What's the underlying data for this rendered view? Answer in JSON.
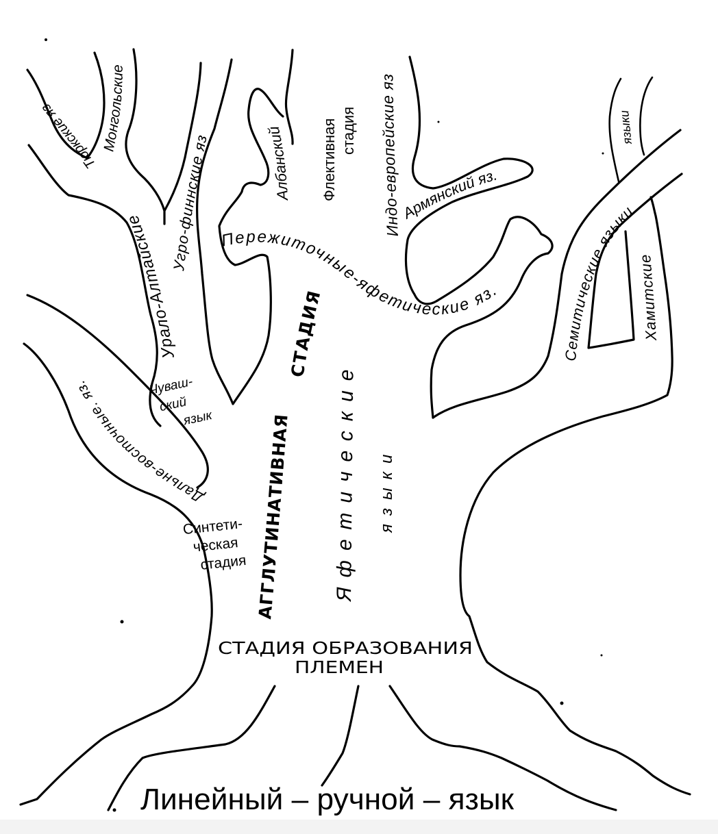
{
  "branches": {
    "turkic": "Тюркские яз",
    "mongolian": "Монгольские",
    "ural_altaic": "Урало-Алтайские",
    "finno_ugric": "Угро-финнские яз",
    "chuvash": [
      "Чуваш-",
      "ский",
      "язык"
    ],
    "far_eastern": "Дальне-восточные. яз.",
    "synthetic_stage": [
      "Синтети-",
      "ческая",
      "стадия"
    ],
    "albanian": "Албанский",
    "inflective_stage": [
      "Флективная",
      "стадия"
    ],
    "indo_european": "Индо-европейские яз",
    "armenian": "Армянский яз.",
    "survival_japhetic": "Пережиточные-яфетические яз.",
    "semitic": "Семитические языки",
    "hamitic": "Хамитские",
    "hamitic_languages": "языки"
  },
  "trunk": {
    "agglutinative": "АГГЛУТИНАТИВНАЯ",
    "stage": "СТАДИЯ",
    "japhetic": "Яфетические",
    "languages": "языки",
    "tribe_formation": "СТАДИЯ ОБРАЗОВАНИЯ",
    "tribes": "ПЛЕМЕН"
  },
  "roots": {
    "linear_manual": "Линейный – ручной – язык"
  },
  "colors": {
    "ink": "#000000",
    "paper": "#ffffff",
    "band": "#f3f3f3"
  }
}
